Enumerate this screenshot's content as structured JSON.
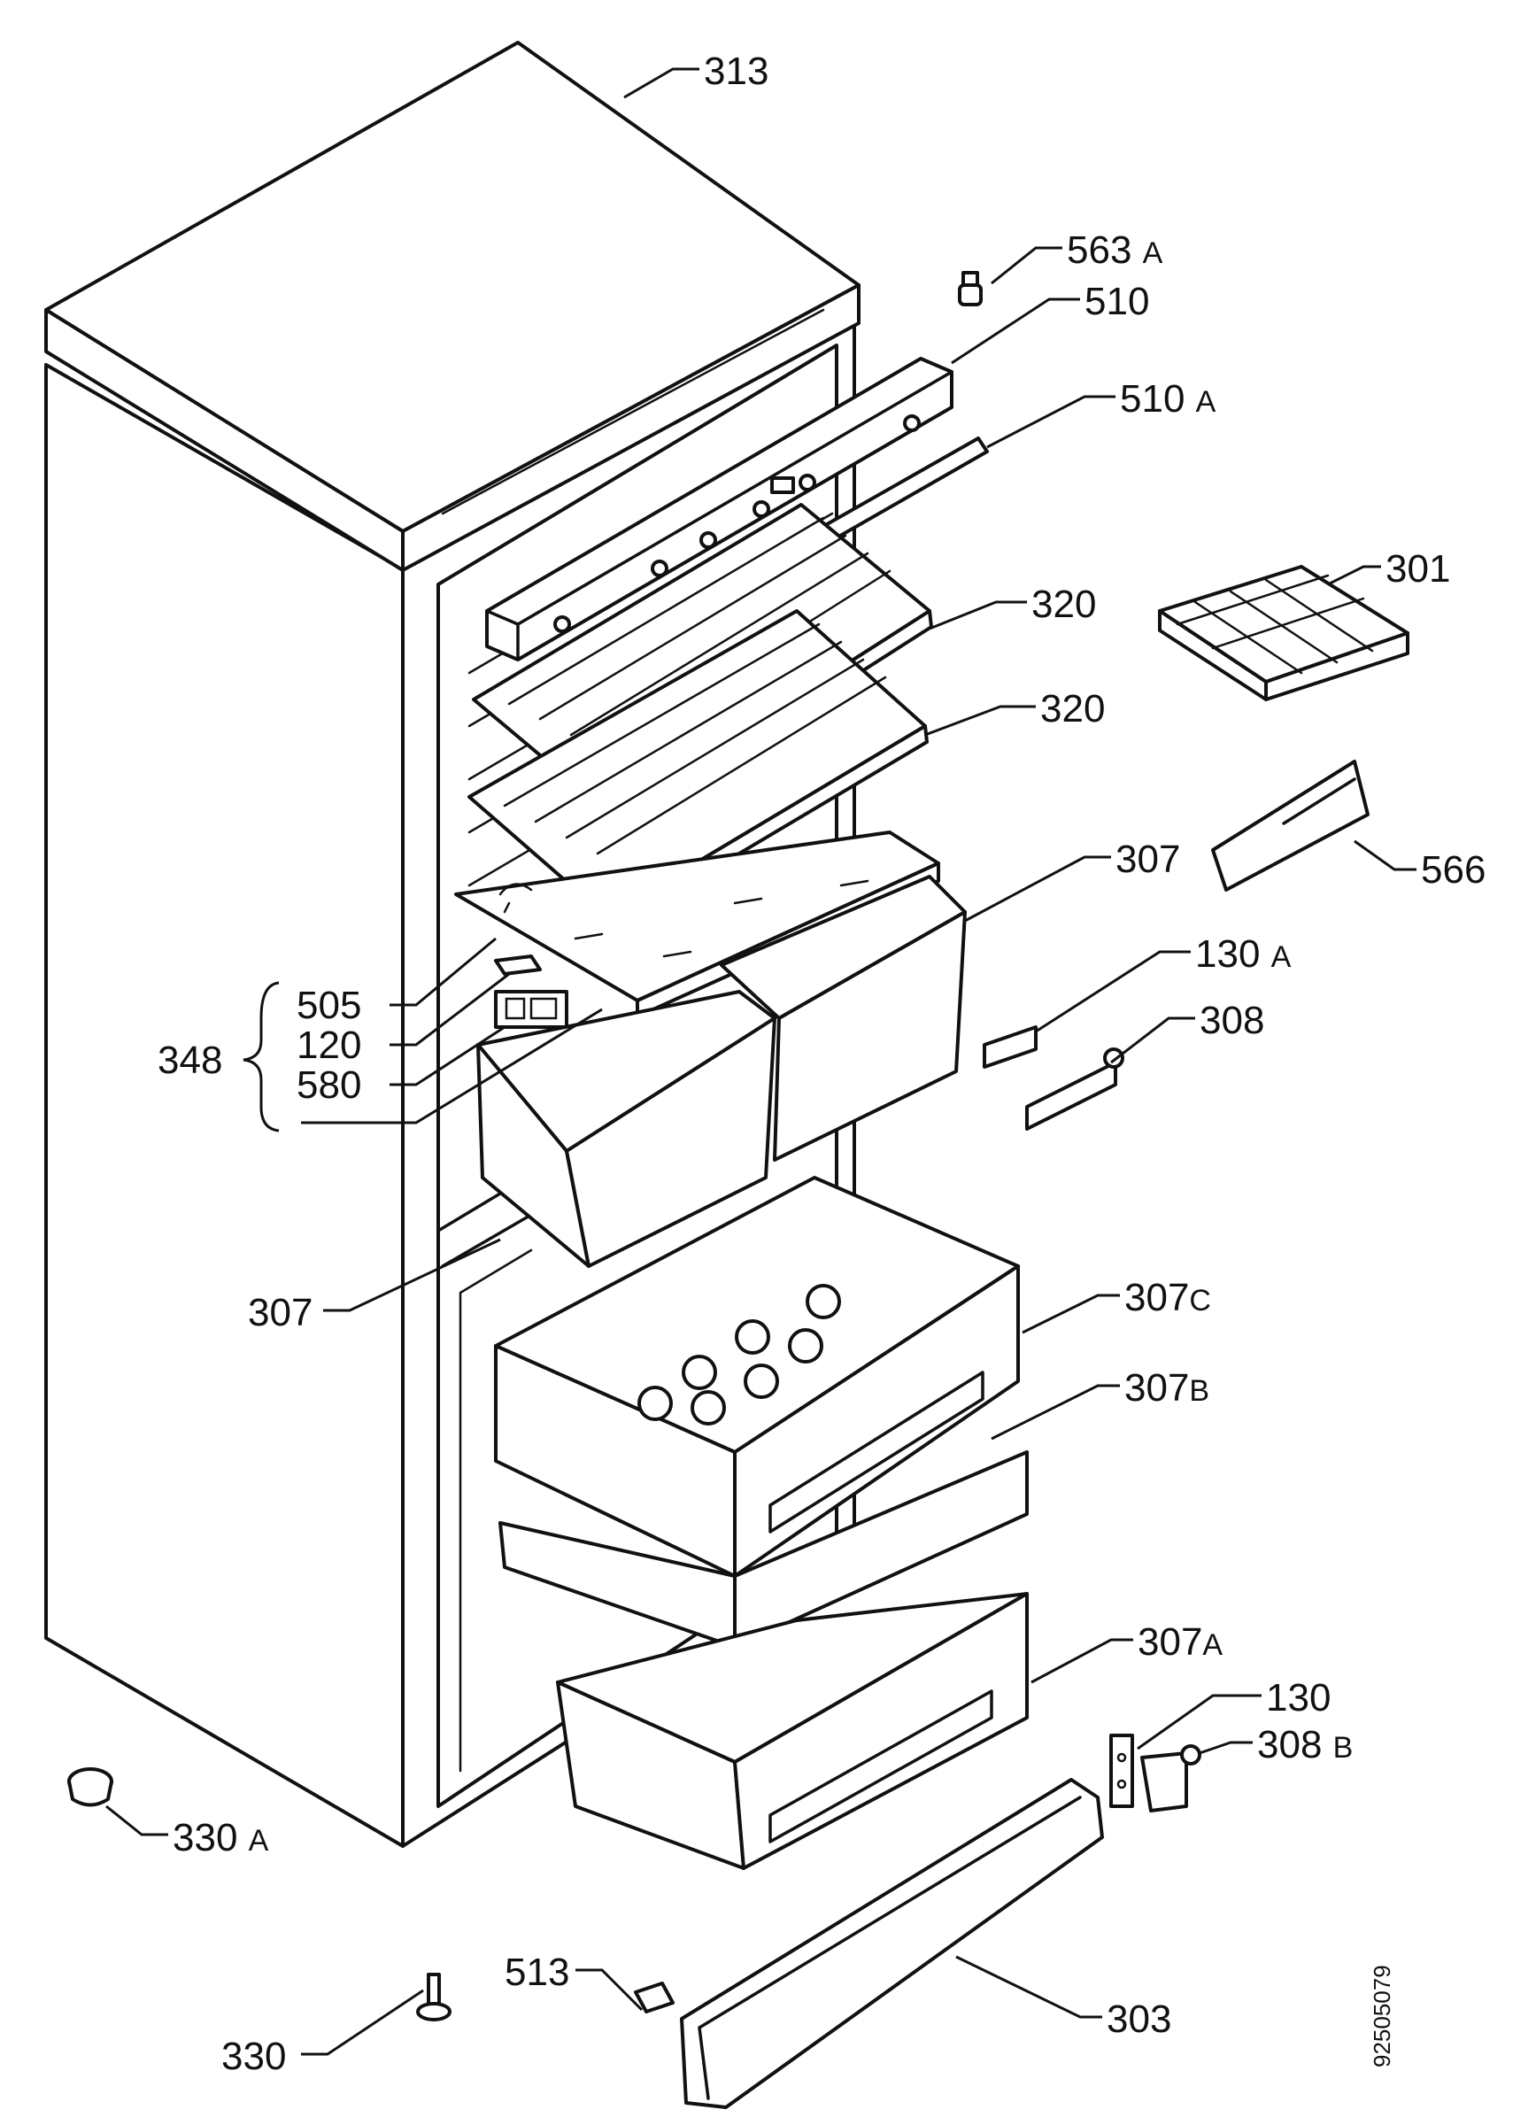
{
  "labels": {
    "p313": "313",
    "p563a": "563",
    "p563a_s": "A",
    "p510": "510",
    "p510a": "510",
    "p510a_s": "A",
    "p301": "301",
    "p320_top": "320",
    "p320_mid": "320",
    "p566": "566",
    "p307_right": "307",
    "p130a": "130",
    "p130a_s": "A",
    "p308": "308",
    "p505": "505",
    "p120": "120",
    "p580": "580",
    "p348": "348",
    "p307_left": "307",
    "p307c": "307",
    "p307c_s": "C",
    "p307b": "307",
    "p307b_s": "B",
    "p307a": "307",
    "p307a_s": "A",
    "p130": "130",
    "p308b": "308",
    "p308b_s": "B",
    "p330a": "330",
    "p330a_s": "A",
    "p513": "513",
    "p303": "303",
    "p330": "330"
  },
  "drawing_code": "92505079"
}
